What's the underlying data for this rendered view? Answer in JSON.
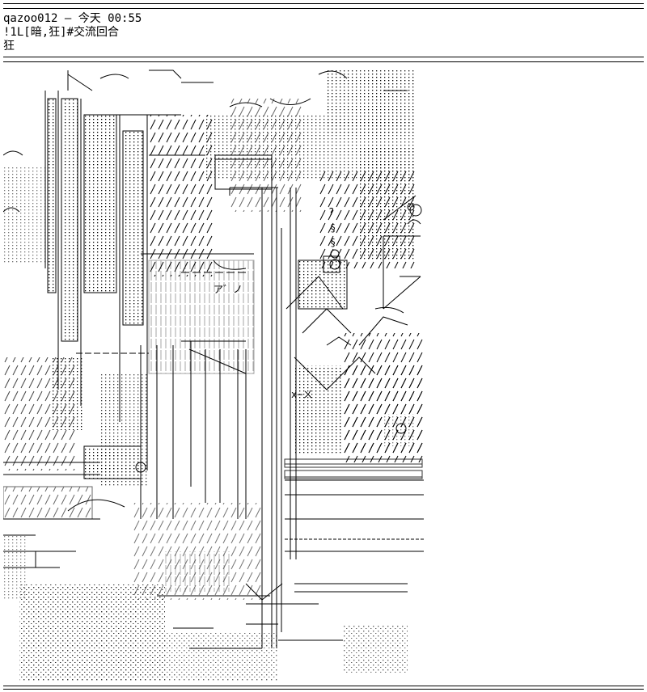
{
  "post": {
    "author": "qazoo012",
    "dash": "—",
    "time": "今天 00:55",
    "title": "!1L[暗,狂]#交流回合",
    "body": "狂"
  },
  "art": {
    "labels": {
      "question": "?",
      "section1": "§",
      "section2": "§",
      "kana": "ア゛ノ",
      "alert": "x−ㄨ"
    }
  }
}
